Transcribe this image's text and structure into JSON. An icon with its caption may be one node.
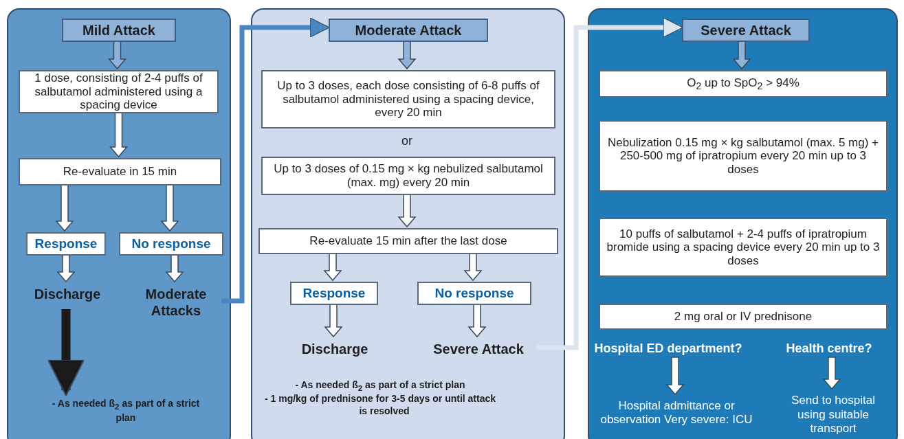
{
  "diagram": {
    "nodes": [
      {
        "text": [],
        "shape": "box"
      },
      {
        "text": [
          "Mild Attack"
        ],
        "in": 0
      },
      {
        "text": [
          "1 dose, consisting of 2-4 puffs of salbutamol administered using a spacing device"
        ],
        "in": 0
      },
      {
        "text": [
          "Re-evaluate in 15 min"
        ],
        "in": 0
      },
      {
        "text": [
          "Response"
        ],
        "in": 0
      },
      {
        "text": [
          "No response"
        ],
        "in": 0
      },
      {
        "text": [
          "Discharge"
        ],
        "in": 0
      },
      {
        "text": [
          "Moderate Attacks"
        ],
        "in": 0
      },
      {
        "text": [
          "- As needed ß$_{2}$ as part of a strict plan"
        ],
        "in": 0
      },
      {
        "text": [],
        "shape": "box"
      },
      {
        "text": [
          "Moderate Attack"
        ],
        "in": 9
      },
      {
        "text": [
          "Up to 3 doses, each dose consisting of 6-8 puffs of salbutamol administered using a spacing device, every 20 min"
        ],
        "in": 9
      },
      {
        "text": [
          "Up to 3 doses of 0.15 mg × kg nebulized salbutamol (max. mg) every 20 min"
        ],
        "in": 9
      },
      {
        "text": [
          "Re-evaluate 15 min after the last dose"
        ],
        "in": 9
      },
      {
        "text": [
          "Response"
        ],
        "in": 9
      },
      {
        "text": [
          "No response"
        ],
        "in": 9
      },
      {
        "text": [
          "Discharge"
        ],
        "in": 9
      },
      {
        "text": [
          "Severe Attack"
        ],
        "in": 9
      },
      {
        "text": [],
        "shape": "box"
      },
      {
        "text": [
          "Severe Attack"
        ],
        "in": 18
      },
      {
        "text": [
          "O$_{2}$ up to SpO$_{2}$ > 94%"
        ],
        "in": 18
      },
      {
        "text": [
          "Nebulization 0.15 mg × kg salbutamol (max. 5 mg) + 250-500 mg  of ipratropium every 20 min up to 3 doses"
        ],
        "in": 18
      },
      {
        "text": [
          "10 puffs of salbutamol + 2-4 puffs of ipratropium bromide using a spacing device every 20 min up to 3 doses"
        ],
        "in": 18
      },
      {
        "text": [
          "2 mg oral or IV prednisone"
        ],
        "in": 18
      },
      {
        "text": [
          "Hospital ED department?"
        ],
        "in": 18
      },
      {
        "text": [
          "Health centre?"
        ],
        "in": 18
      },
      {
        "text": [
          "Hospital admittance or observation Very severe: ICU"
        ],
        "in": 18
      },
      {
        "text": [
          "Send to hospital using suitable transport"
        ],
        "in": 18
      }
    ],
    "edges": [
      {
        "from": 1,
        "to": 2,
        "arrow": "to",
        "color": "#8fb2d9"
      },
      {
        "from": 2,
        "to": 3,
        "arrow": "to"
      },
      {
        "from": 3,
        "to": 4,
        "arrow": "to"
      },
      {
        "from": 3,
        "to": 5,
        "arrow": "to"
      },
      {
        "from": 4,
        "to": 6,
        "arrow": "to"
      },
      {
        "from": 5,
        "to": 7,
        "arrow": "to"
      },
      {
        "from": 6,
        "to": 8,
        "arrow": "to",
        "style": "thick",
        "color": "#1a1a1a"
      },
      {
        "from": 7,
        "to": 10,
        "arrow": "to",
        "color": "#4a86c0"
      },
      {
        "from": 10,
        "to": 11,
        "arrow": "to",
        "color": "#8fb2d9"
      },
      {
        "from": 12,
        "to": 13,
        "arrow": "to"
      },
      {
        "from": 13,
        "to": 14,
        "arrow": "to"
      },
      {
        "from": 13,
        "to": 15,
        "arrow": "to"
      },
      {
        "from": 14,
        "to": 16,
        "arrow": "to"
      },
      {
        "from": 15,
        "to": 17,
        "arrow": "to"
      },
      {
        "from": 17,
        "to": 19,
        "arrow": "to",
        "color": "#dce4ef"
      },
      {
        "from": 19,
        "to": 20,
        "arrow": "to",
        "color": "#8fb2d9"
      },
      {
        "from": 24,
        "to": 26,
        "arrow": "to"
      },
      {
        "from": 25,
        "to": 27,
        "arrow": "to"
      }
    ],
    "labels": [
      "or",
      "- As needed ß$_{2}$ as part of a strict plan",
      "- 1 mg/kg of prednisone for 3-5 days or until attack is resolved"
    ]
  }
}
